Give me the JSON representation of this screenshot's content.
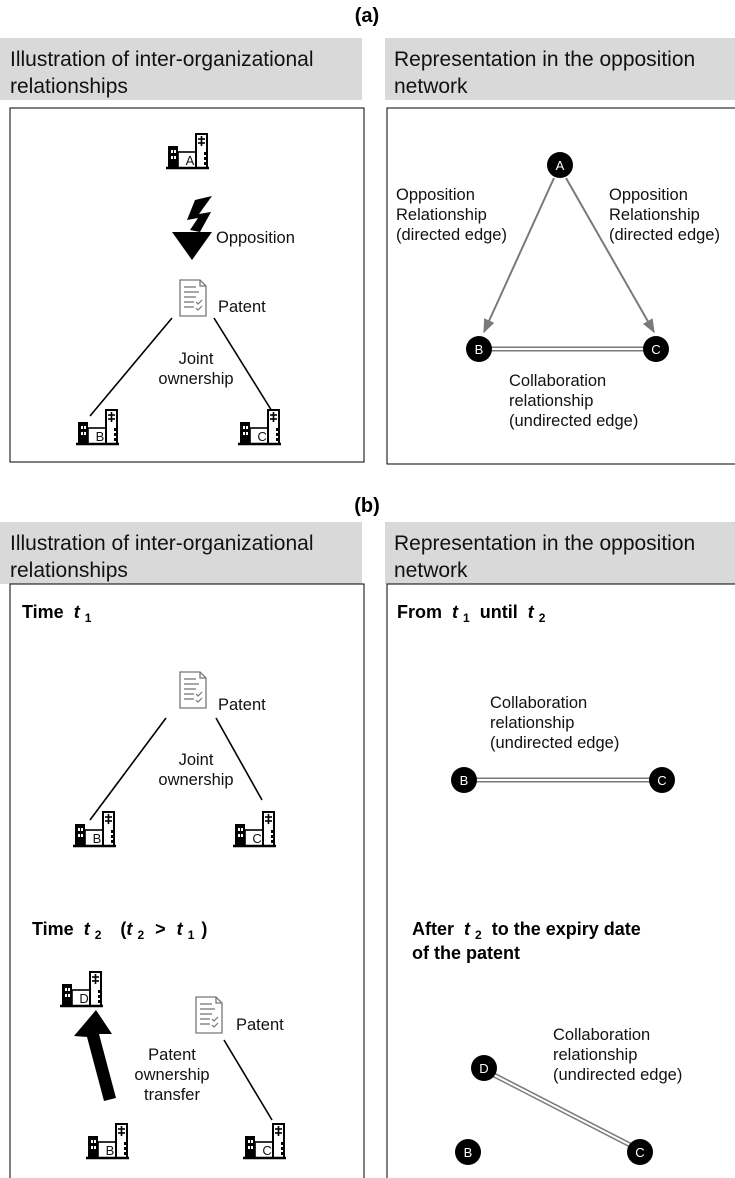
{
  "panel_a": {
    "label": "(a)",
    "left_header": [
      "Illustration of inter-organizational",
      "relationships"
    ],
    "right_header": [
      "Representation in the opposition",
      "network"
    ],
    "opposition": "Opposition",
    "patent": "Patent",
    "joint_ownership": [
      "Joint",
      "ownership"
    ],
    "org_a": "A",
    "org_b": "B",
    "org_c": "C",
    "node_a": "A",
    "node_b": "B",
    "node_c": "C",
    "opp_rel_left": [
      "Opposition",
      "Relationship",
      "(directed edge)"
    ],
    "opp_rel_right": [
      "Opposition",
      "Relationship",
      "(directed edge)"
    ],
    "collab": [
      "Collaboration",
      "relationship",
      "(undirected edge)"
    ]
  },
  "panel_b": {
    "label": "(b)",
    "left_header": [
      "Illustration of inter-organizational",
      "relationships"
    ],
    "right_header": [
      "Representation in the opposition",
      "network"
    ],
    "time1": "Time",
    "t1_sym": "t",
    "t1_sub": "1",
    "patent1": "Patent",
    "joint_ownership": [
      "Joint",
      "ownership"
    ],
    "org_b1": "B",
    "org_c1": "C",
    "from_label": "From",
    "from_t1_sub": "1",
    "until_label": "until",
    "until_t2_sub": "2",
    "collab1": [
      "Collaboration",
      "relationship",
      "(undirected edge)"
    ],
    "node_b1": "B",
    "node_c1": "C",
    "time2": "Time",
    "t2_sub": "2",
    "t2_cond_sub_a": "2",
    "t2_cond_sub_b": "1",
    "after_label": "After",
    "after_t2_sub": "2",
    "after_rest": "to the expiry date",
    "after_line2": "of the patent",
    "patent2": "Patent",
    "transfer": [
      "Patent",
      "ownership",
      "transfer"
    ],
    "org_d": "D",
    "org_b2": "B",
    "org_c2": "C",
    "collab2": [
      "Collaboration",
      "relationship",
      "(undirected edge)"
    ],
    "node_d": "D",
    "node_b2": "B",
    "node_c2": "C"
  }
}
